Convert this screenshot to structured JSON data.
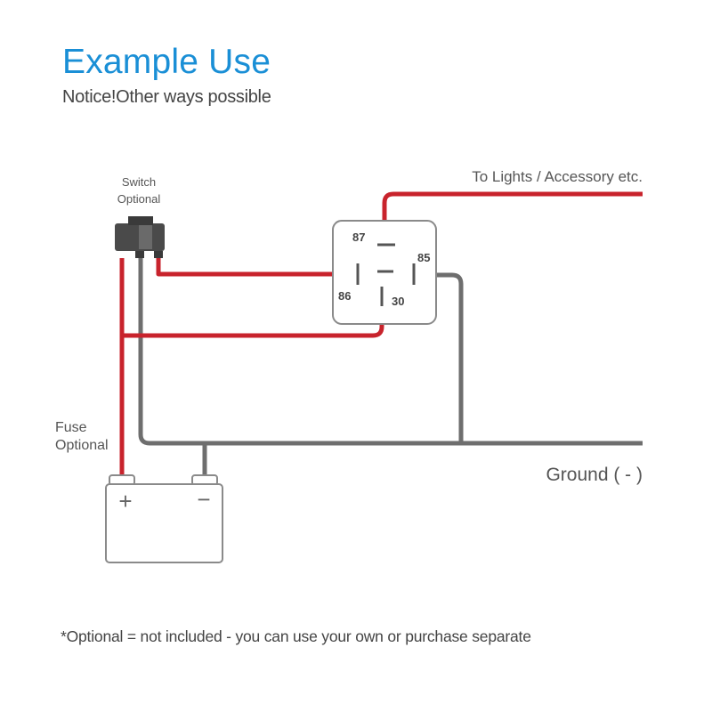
{
  "header": {
    "title": "Example Use",
    "subtitle": "Notice!Other ways possible"
  },
  "diagram": {
    "switch_label_line1": "Switch",
    "switch_label_line2": "Optional",
    "fuse_label_line1": "Fuse",
    "fuse_label_line2": "Optional",
    "lights_label": "To Lights / Accessory etc.",
    "ground_label": "Ground ( - )",
    "relay": {
      "pin_87": "87",
      "pin_85": "85",
      "pin_86": "86",
      "pin_30": "30"
    },
    "battery": {
      "plus_symbol": "+",
      "minus_symbol": "−"
    },
    "colors": {
      "positive_wire": "#c8232c",
      "ground_wire": "#6e6e6e",
      "outline": "#8a8a8a",
      "title": "#1a8fd6"
    }
  },
  "footer": {
    "note": "*Optional = not included - you can use your own or purchase separate"
  }
}
